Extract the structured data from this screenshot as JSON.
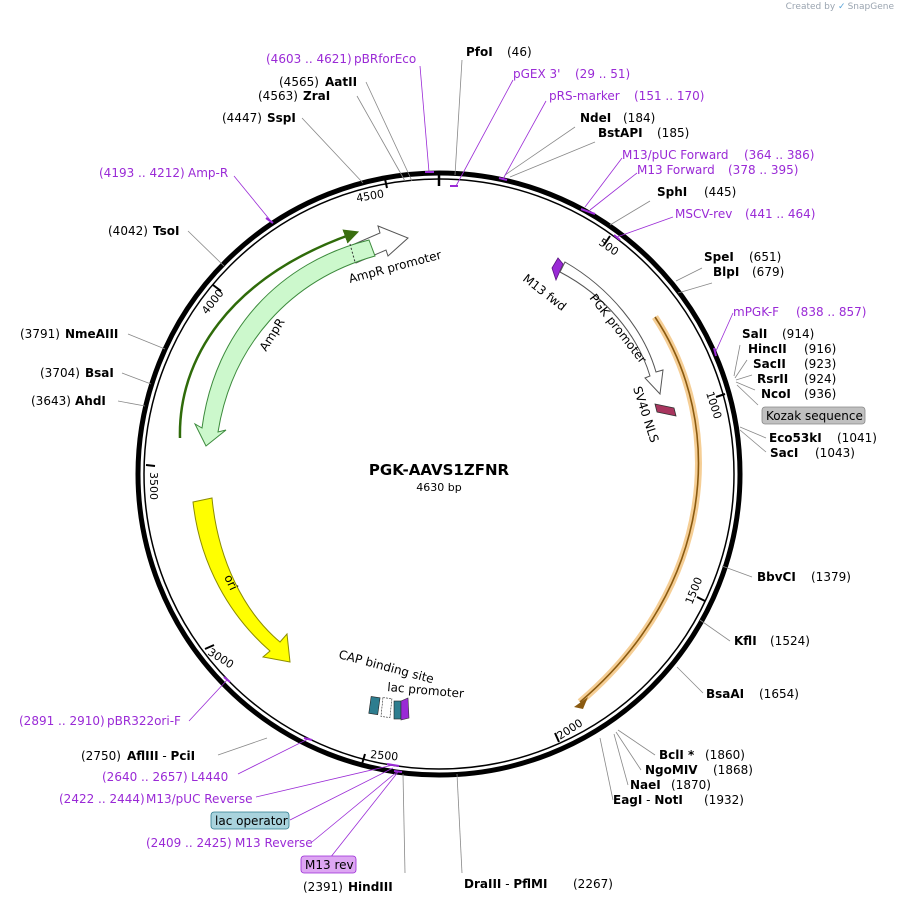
{
  "credit": {
    "prefix": "Created by",
    "brand": "SnapGene"
  },
  "map": {
    "name": "PGK-AAVS1ZFNR",
    "length_label": "4630 bp",
    "total_bp": 4630
  },
  "scale_ticks": [
    "500",
    "1000",
    "1500",
    "2000",
    "2500",
    "3000",
    "3500",
    "4000",
    "4500"
  ],
  "features": [
    {
      "name": "AmpR promoter",
      "color": "#ffffff"
    },
    {
      "name": "AmpR",
      "color": "#ccf8cc"
    },
    {
      "name": "ori",
      "color": "#ffff00"
    },
    {
      "name": "PGK promoter",
      "color": "#ffffff"
    },
    {
      "name": "M13 fwd",
      "color": "#9a2ad6"
    },
    {
      "name": "SV40 NLS",
      "color": "#a8355e"
    },
    {
      "name": "CAP binding site",
      "color": "#2e7d8f"
    },
    {
      "name": "lac promoter",
      "color": "#ffffff"
    }
  ],
  "sites": {
    "pfoi": {
      "name": "PfoI",
      "pos": "(46)"
    },
    "ndei": {
      "name": "NdeI",
      "pos": "(184)"
    },
    "bstapi": {
      "name": "BstAPI",
      "pos": "(185)"
    },
    "sphi": {
      "name": "SphI",
      "pos": "(445)"
    },
    "spei": {
      "name": "SpeI",
      "pos": "(651)"
    },
    "blpi": {
      "name": "BlpI",
      "pos": "(679)"
    },
    "sali": {
      "name": "SalI",
      "pos": "(914)"
    },
    "hincii": {
      "name": "HincII",
      "pos": "(916)"
    },
    "sacii": {
      "name": "SacII",
      "pos": "(923)"
    },
    "rsrii": {
      "name": "RsrII",
      "pos": "(924)"
    },
    "ncoi": {
      "name": "NcoI",
      "pos": "(936)"
    },
    "eco53ki": {
      "name": "Eco53kI",
      "pos": "(1041)"
    },
    "saci": {
      "name": "SacI",
      "pos": "(1043)"
    },
    "bbvci": {
      "name": "BbvCI",
      "pos": "(1379)"
    },
    "kfli": {
      "name": "KflI",
      "pos": "(1524)"
    },
    "bsaai": {
      "name": "BsaAI",
      "pos": "(1654)"
    },
    "bcli": {
      "name": "BclI *",
      "pos": "(1860)"
    },
    "ngomiv": {
      "name": "NgoMIV",
      "pos": "(1868)"
    },
    "naei": {
      "name": "NaeI",
      "pos": "(1870)"
    },
    "eagi": {
      "name": "EagI",
      "sep": " - ",
      "name2": "NotI",
      "pos": "(1932)"
    },
    "draiii": {
      "name": "DraIII",
      "sep": " - ",
      "name2": "PflMI",
      "pos": "(2267)"
    },
    "hindiii": {
      "name": "HindIII",
      "pos": "(2391)"
    },
    "afliii": {
      "name": "AflIII",
      "sep": " - ",
      "name2": "PciI",
      "pos": "(2750)"
    },
    "ahdi": {
      "name": "AhdI",
      "pos": "(3643)"
    },
    "bsai": {
      "name": "BsaI",
      "pos": "(3704)"
    },
    "nmeaiii": {
      "name": "NmeAIII",
      "pos": "(3791)"
    },
    "tsoi": {
      "name": "TsoI",
      "pos": "(4042)"
    },
    "sspi": {
      "name": "SspI",
      "pos": "(4447)"
    },
    "zrai": {
      "name": "ZraI",
      "pos": "(4563)"
    },
    "aatii": {
      "name": "AatII",
      "pos": "(4565)"
    }
  },
  "primers": {
    "pbrforeco": {
      "name": "pBRforEco",
      "pos": "(4603 .. 4621)"
    },
    "pgex3": {
      "name": "pGEX 3'",
      "pos": "(29 .. 51)"
    },
    "prsmarker": {
      "name": "pRS-marker",
      "pos": "(151 .. 170)"
    },
    "m13pucfwd": {
      "name": "M13/pUC Forward",
      "pos": "(364 .. 386)"
    },
    "m13fwd": {
      "name": "M13 Forward",
      "pos": "(378 .. 395)"
    },
    "mscvrev": {
      "name": "MSCV-rev",
      "pos": "(441 .. 464)"
    },
    "mpgkf": {
      "name": "mPGK-F",
      "pos": "(838 .. 857)"
    },
    "ampr": {
      "name": "Amp-R",
      "pos": "(4193 .. 4212)"
    },
    "pbr322ori": {
      "name": "pBR322ori-F",
      "pos": "(2891 .. 2910)"
    },
    "l4440": {
      "name": "L4440",
      "pos": "(2640 .. 2657)"
    },
    "m13pucrev": {
      "name": "M13/pUC Reverse",
      "pos": "(2422 .. 2444)"
    },
    "m13rev": {
      "name": "M13 Reverse",
      "pos": "(2409 .. 2425)"
    }
  },
  "boxed": {
    "kozak": {
      "name": "Kozak sequence",
      "color": "#c0c0c0"
    },
    "lacop": {
      "name": "lac operator",
      "color": "#a9d3dd"
    },
    "m13revbox": {
      "name": "M13 rev",
      "color": "#dda6f2"
    }
  },
  "colors": {
    "primer": "#9a2ad6",
    "backbone": "#000000",
    "orange": "#f2a33a"
  }
}
